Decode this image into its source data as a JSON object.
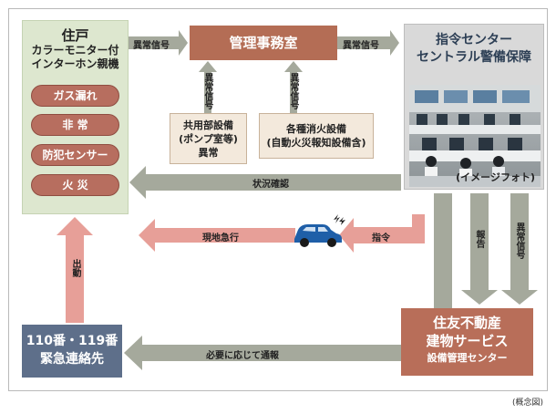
{
  "resident": {
    "title1": "住戸",
    "title2": "カラーモニター付",
    "title3": "インターホン親機",
    "items": [
      "ガス漏れ",
      "非 常",
      "防犯センサー",
      "火 災"
    ]
  },
  "management_office": "管理事務室",
  "common_facility": {
    "line1": "共用部設備",
    "line2": "(ポンプ室等)",
    "line3": "異常"
  },
  "fire_equipment": {
    "line1": "各種消火設備",
    "line2": "(自動火災報知設備含)"
  },
  "command_center": {
    "line1": "指令センター",
    "line2": "セントラル警備保障",
    "caption": "(イメージフォト)"
  },
  "emergency": {
    "line1": "110番・119番",
    "line2": "緊急連絡先"
  },
  "sumitomo": {
    "line1": "住友不動産",
    "line2": "建物サービス",
    "line3": "設備管理センター"
  },
  "labels": {
    "abnormal_signal": "異常信号",
    "status_check": "状況確認",
    "command": "指令",
    "rush": "現地急行",
    "report": "報告",
    "dispatch": "出動",
    "notify": "必要に応じて通報"
  },
  "footnote": "(概念図)",
  "colors": {
    "gray_arrow": "#a5a99c",
    "pink_arrow": "#e79f98",
    "office": "#b46d55",
    "resident_bg": "#dde7cf",
    "emergency": "#5e6f8a",
    "car": "#1f5fa8"
  }
}
